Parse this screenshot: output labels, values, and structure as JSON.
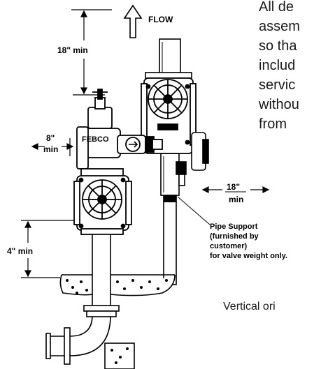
{
  "dimensions": {
    "top_clearance": "18\" min",
    "side_clearance_left": "8\"",
    "side_clearance_left_unit": "min",
    "side_clearance_right": "18\"",
    "side_clearance_right_unit": "min",
    "floor_clearance": "4\" min"
  },
  "labels": {
    "flow": "FLOW",
    "brand": "FEBCO",
    "pipe_support": [
      "Pipe Support",
      "(furnished by",
      "customer)",
      "for valve weight only."
    ]
  },
  "side_text": {
    "lines": [
      "All de",
      "assem",
      "so tha",
      "includ",
      "servic",
      "withou",
      "from"
    ],
    "caption": "Vertical ori"
  },
  "icons": [
    "flow-arrow-icon",
    "dimension-arrow-icon"
  ]
}
